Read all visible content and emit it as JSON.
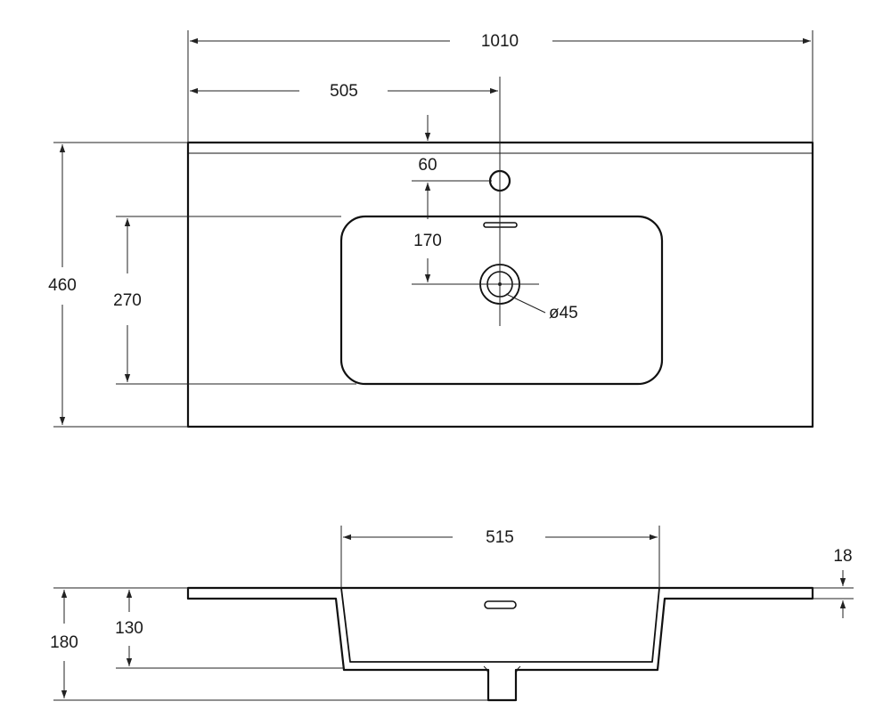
{
  "dimensions": {
    "overall_width": "1010",
    "half_width": "505",
    "tap_offset": "60",
    "drain_offset": "170",
    "drain_diameter": "ø45",
    "overall_depth": "460",
    "bowl_depth": "270",
    "bowl_width": "515",
    "slab_thickness": "18",
    "bowl_height": "130",
    "total_height": "180"
  }
}
